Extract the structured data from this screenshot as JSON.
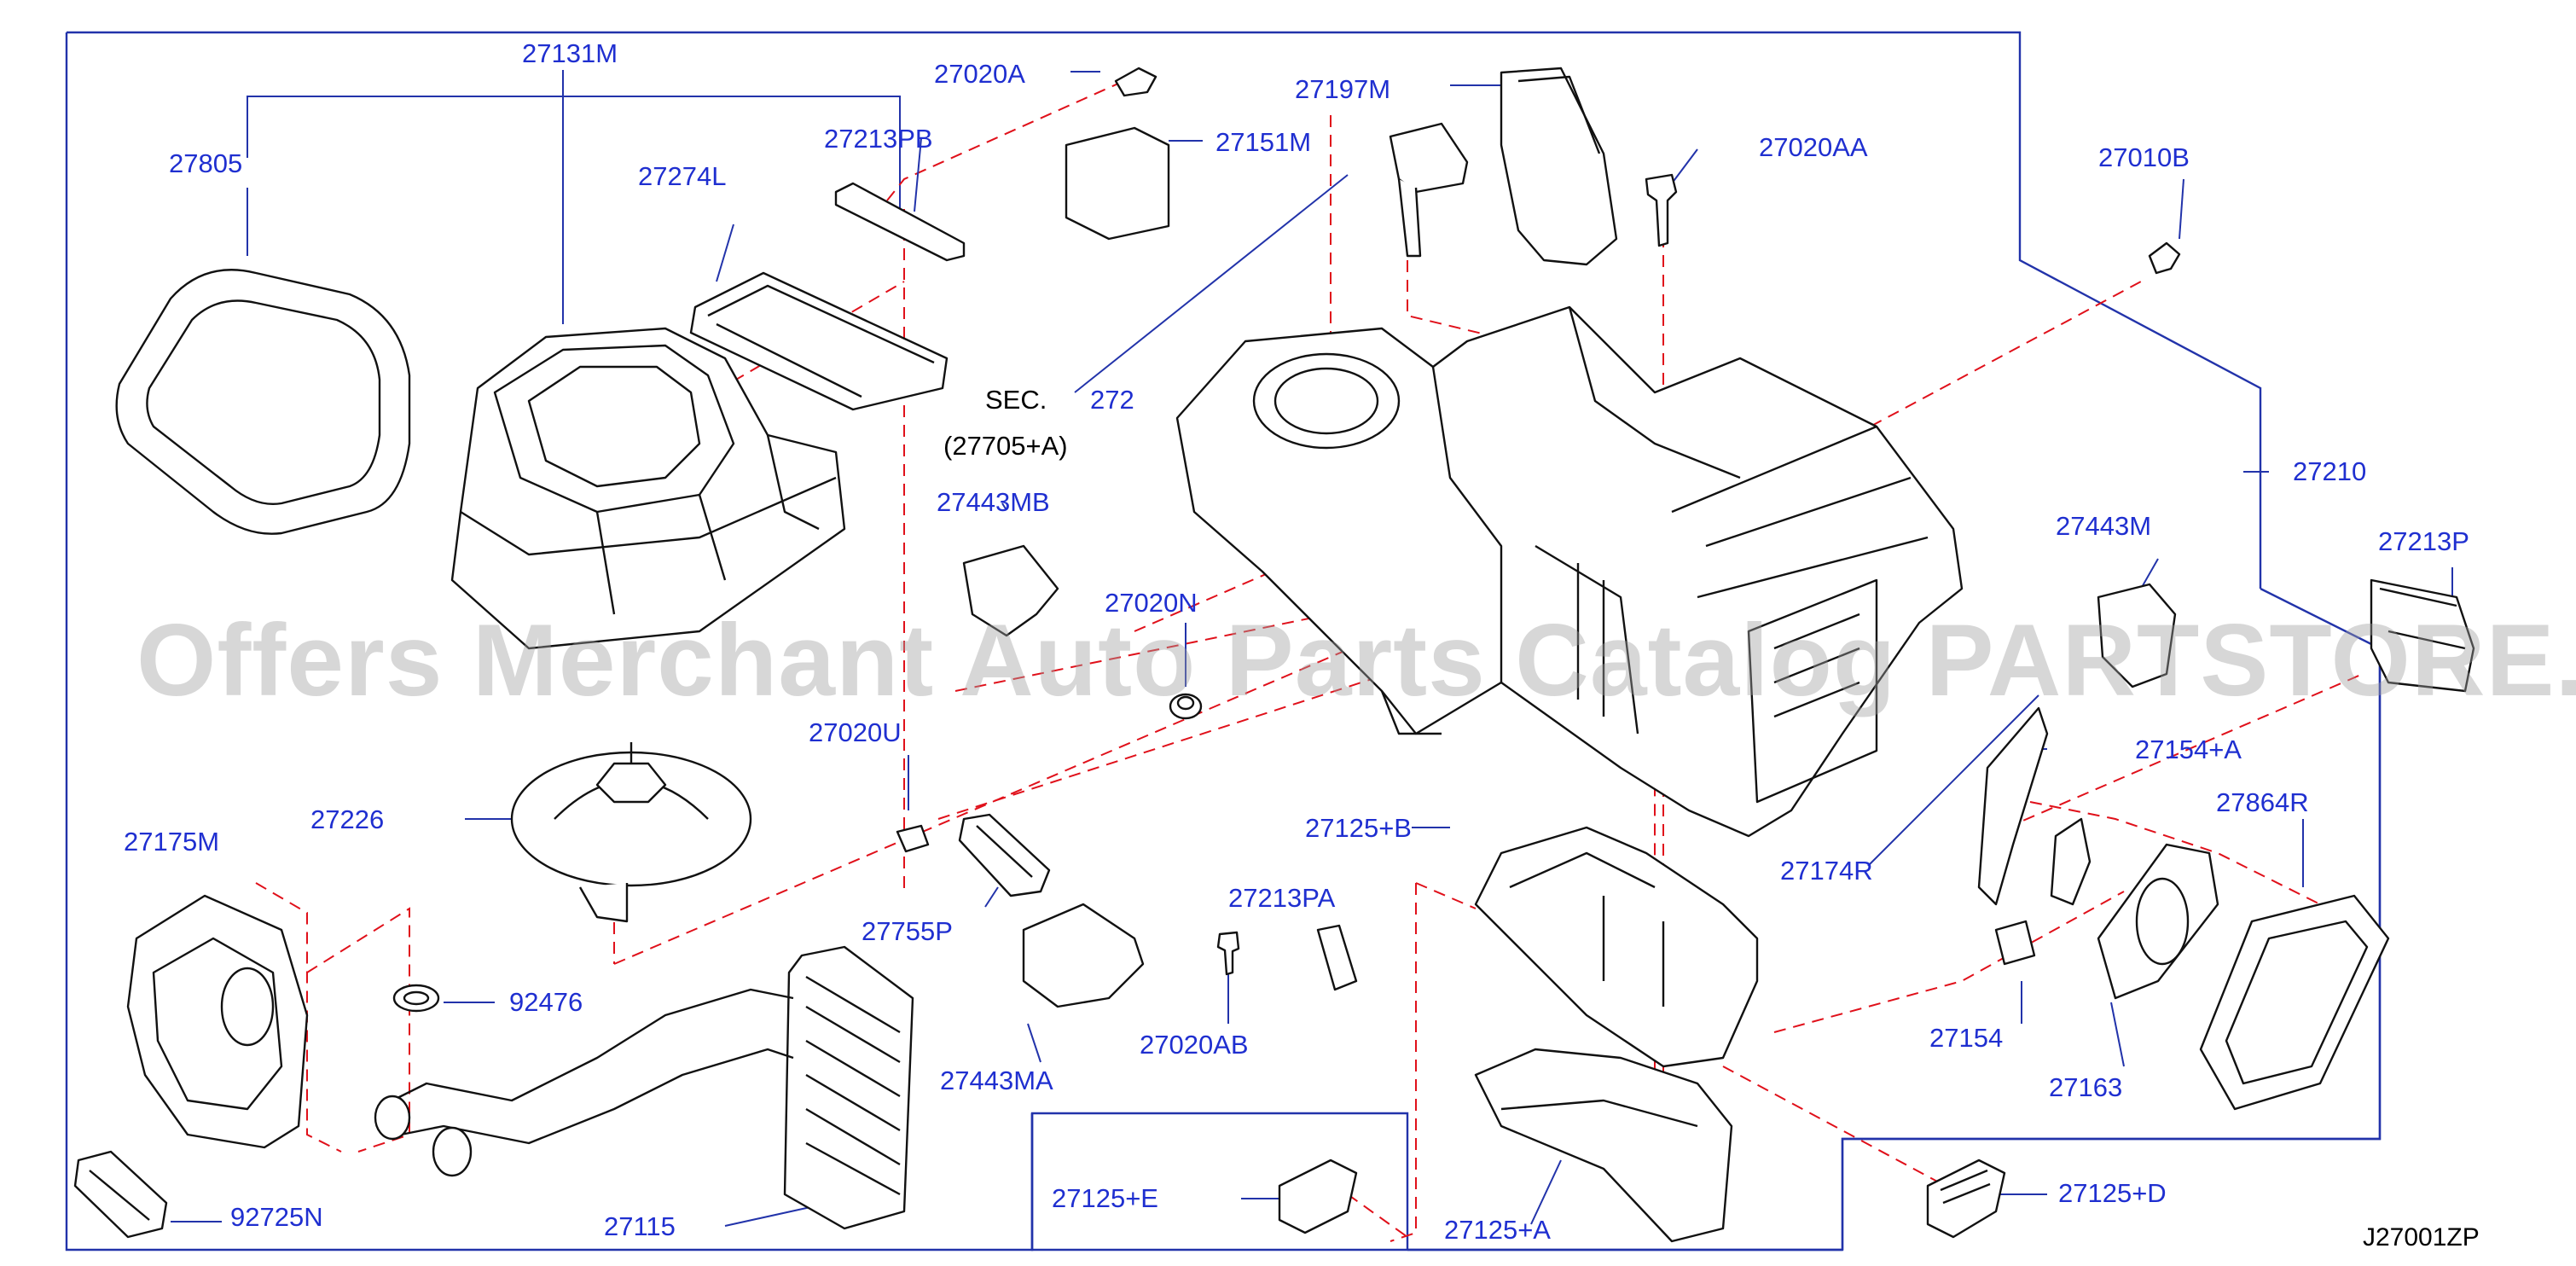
{
  "diagram_code": "J27001ZP",
  "watermark": "Offers Merchant Auto Parts Catalog PARTSTORE.SA",
  "section_ref": {
    "sec": "SEC.",
    "num": "272",
    "sub": "(27705+A)"
  },
  "parts": {
    "p27131M": "27131M",
    "p27805": "27805",
    "p27274L": "27274L",
    "p27213PB": "27213PB",
    "p27020A": "27020A",
    "p27151M": "27151M",
    "p27197M": "27197M",
    "p27020AA": "27020AA",
    "p27010B": "27010B",
    "p27210": "27210",
    "p27443MB": "27443MB",
    "p27020N": "27020N",
    "p27443M": "27443M",
    "p27213P": "27213P",
    "p27020U": "27020U",
    "p27226": "27226",
    "p27175M": "27175M",
    "p27154A": "27154+A",
    "p27864R": "27864R",
    "p27125B": "27125+B",
    "p27174R": "27174R",
    "p27755P": "27755P",
    "p27213PA": "27213PA",
    "p92476": "92476",
    "p27443MA": "27443MA",
    "p27020AB": "27020AB",
    "p27154": "27154",
    "p27163": "27163",
    "p92725N": "92725N",
    "p27115": "27115",
    "p27125E": "27125+E",
    "p27125A": "27125+A",
    "p27125D": "27125+D"
  }
}
